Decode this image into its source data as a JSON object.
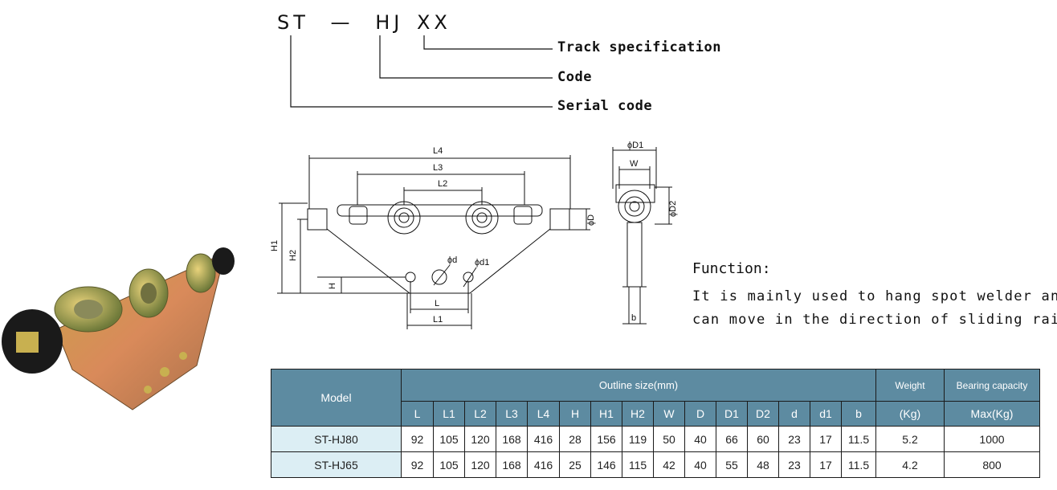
{
  "code_diagram": {
    "parts": [
      "ST",
      "—",
      "HJ",
      "XX"
    ],
    "labels": {
      "track": "Track specification",
      "code": "Code",
      "serial": "Serial code"
    }
  },
  "drawing_labels": {
    "L4": "L4",
    "L3": "L3",
    "L2": "L2",
    "L": "L",
    "L1": "L1",
    "H1": "H1",
    "H2": "H2",
    "H": "H",
    "phiD": "ϕD",
    "phid": "ϕd",
    "phid1": "ϕd1",
    "phiD1": "ϕD1",
    "W": "W",
    "phiD2": "ϕD2",
    "b": "b"
  },
  "function": {
    "title": "Function:",
    "line1": "It is mainly used to hang spot welder and",
    "line2": "can move in the direction of sliding rail."
  },
  "table": {
    "model_header": "Model",
    "outline_header": "Outline size(mm)",
    "weight_header": "Weight",
    "weight_unit": "(Kg)",
    "bearing_header": "Bearing capacity",
    "bearing_unit": "Max(Kg)",
    "columns": [
      "L",
      "L1",
      "L2",
      "L3",
      "L4",
      "H",
      "H1",
      "H2",
      "W",
      "D",
      "D1",
      "D2",
      "d",
      "d1",
      "b"
    ],
    "rows": [
      {
        "model": "ST-HJ80",
        "values": [
          "92",
          "105",
          "120",
          "168",
          "416",
          "28",
          "156",
          "119",
          "50",
          "40",
          "66",
          "60",
          "23",
          "17",
          "11.5"
        ],
        "weight": "5.2",
        "bearing": "1000"
      },
      {
        "model": "ST-HJ65",
        "values": [
          "92",
          "105",
          "120",
          "168",
          "416",
          "25",
          "146",
          "115",
          "42",
          "40",
          "55",
          "48",
          "23",
          "17",
          "11.5"
        ],
        "weight": "4.2",
        "bearing": "800"
      }
    ]
  },
  "colors": {
    "header_bg": "#5d8ba1",
    "model_bg": "#dceef4"
  }
}
